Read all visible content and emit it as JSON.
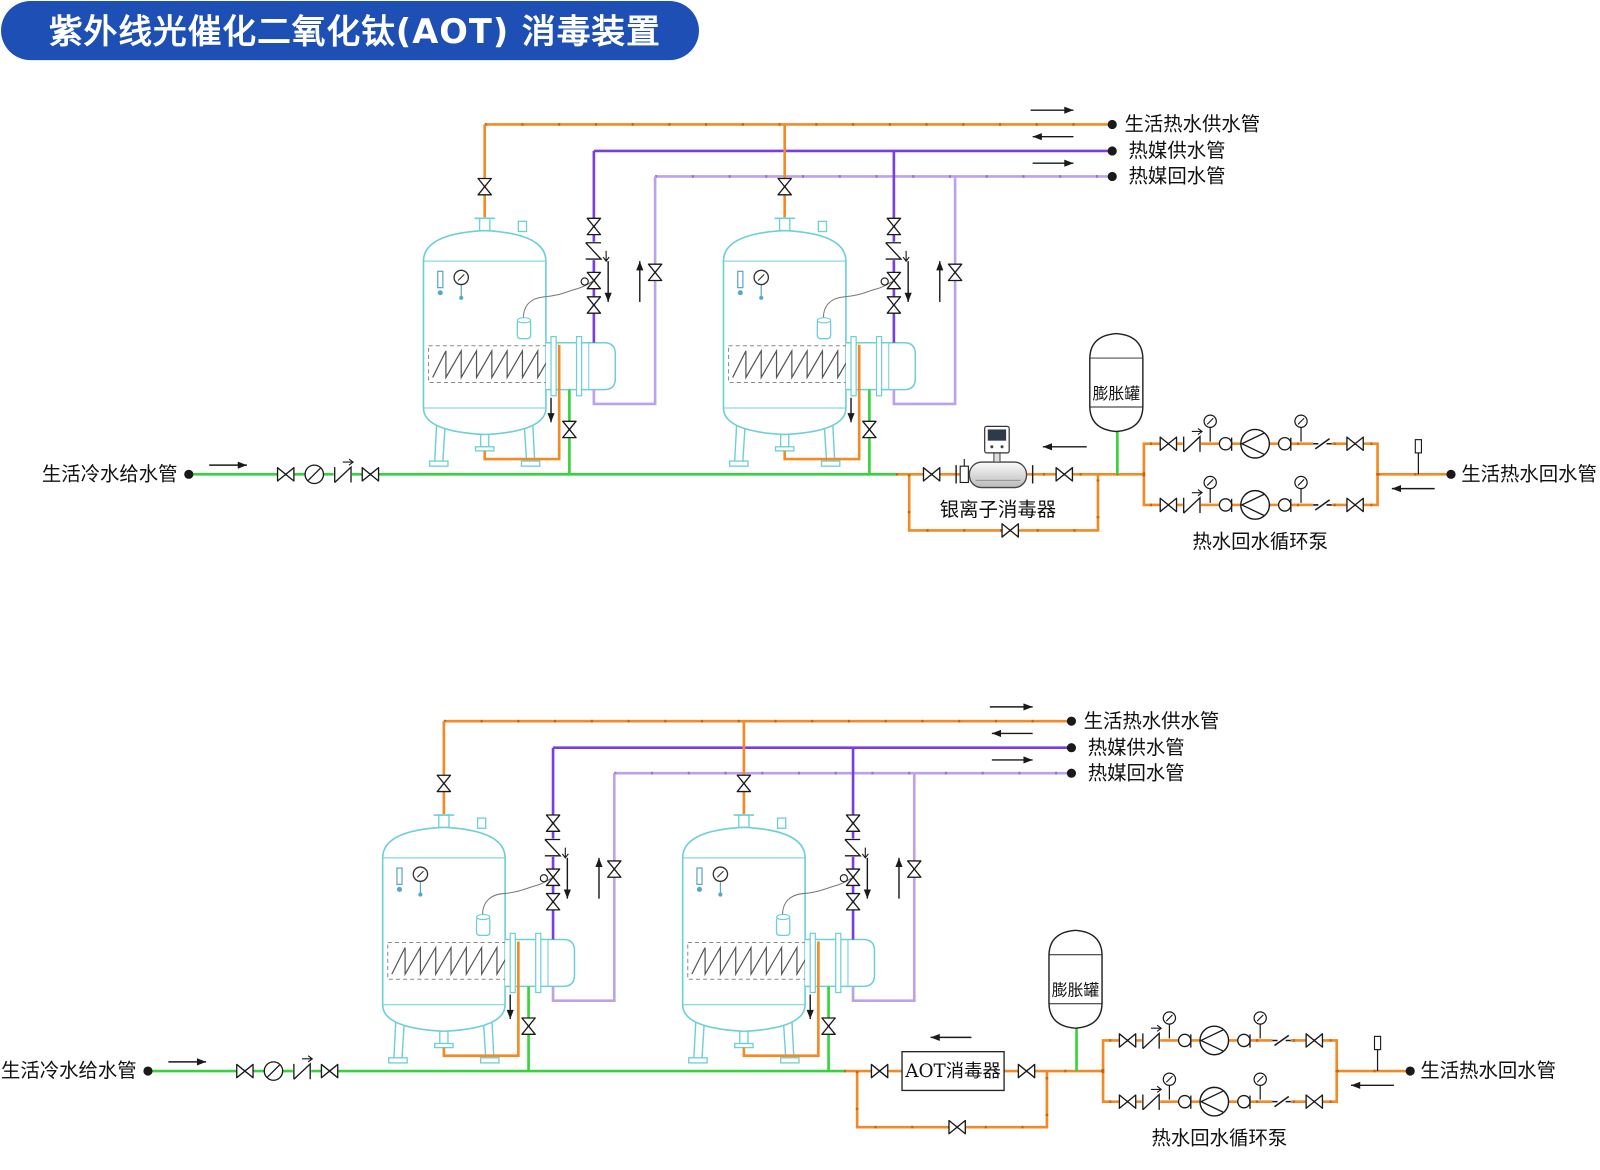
{
  "title": "紫外线光催化二氧化钛(AOT) 消毒装置",
  "colors": {
    "title_bg": "#1e4fb4",
    "title_bg_light": "#2f63cc",
    "hot_water": "#f28a26",
    "hot_water_mark": "#c4620f",
    "cold_water": "#35d43a",
    "heat_media_supply": "#7a3ee0",
    "heat_media_return": "#bca2ea",
    "heat_media_return_mark": "#8f6fd6",
    "vessel": "#6dd0d6",
    "symbol": "#1a1a1a"
  },
  "systems": [
    {
      "hot_water_supply_pipe": "生活热水供水管",
      "heat_media_supply_pipe": "热媒供水管",
      "heat_media_return_pipe": "热媒回水管",
      "cold_water_feed_pipe": "生活冷水给水管",
      "hot_water_return_pipe": "生活热水回水管",
      "expansion_tank": "膨胀罐",
      "disinfector": "银离子消毒器",
      "circulation_pump": "热水回水循环泵"
    },
    {
      "hot_water_supply_pipe": "生活热水供水管",
      "heat_media_supply_pipe": "热媒供水管",
      "heat_media_return_pipe": "热媒回水管",
      "cold_water_feed_pipe": "生活冷水给水管",
      "hot_water_return_pipe": "生活热水回水管",
      "expansion_tank": "膨胀罐",
      "disinfector": "AOT消毒器",
      "circulation_pump": "热水回水循环泵"
    }
  ]
}
